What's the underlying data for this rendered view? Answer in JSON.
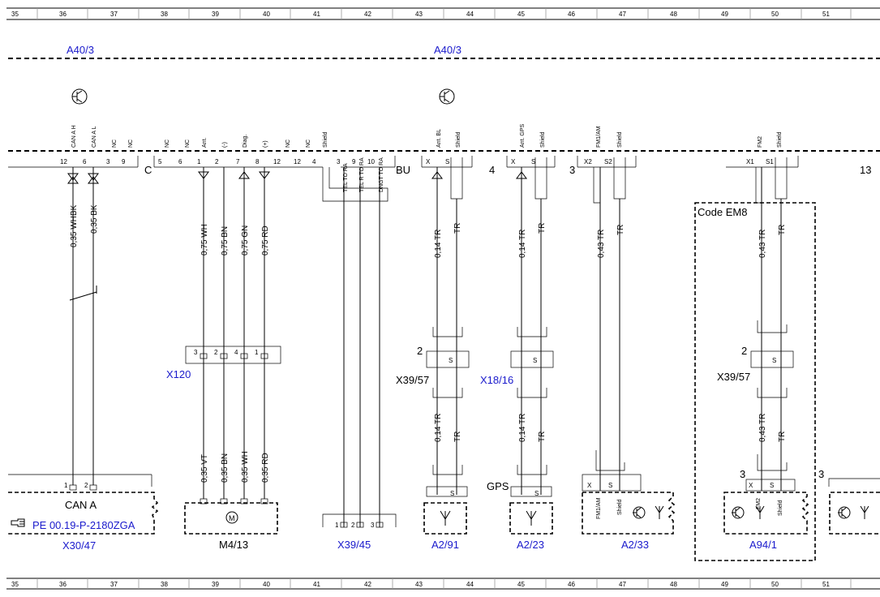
{
  "ruler": {
    "numbers": [
      "35",
      "36",
      "37",
      "38",
      "39",
      "40",
      "41",
      "42",
      "43",
      "44",
      "45",
      "46",
      "47",
      "48",
      "49",
      "50",
      "51"
    ]
  },
  "components": {
    "a40_3_left": "A40/3",
    "a40_3_right": "A40/3",
    "x30_47": "X30/47",
    "can_a": "CAN A",
    "pe_ref": "PE 00.19-P-2180ZGA",
    "x120": "X120",
    "m4_13": "M4/13",
    "x39_45": "X39/45",
    "x39_57_a": "X39/57",
    "x18_16": "X18/16",
    "x39_57_b": "X39/57",
    "a2_91": "A2/91",
    "a2_23": "A2/23",
    "a2_33": "A2/33",
    "a94_1": "A94/1",
    "code_em8": "Code EM8",
    "gps": "GPS"
  },
  "connector_letters": {
    "c": "C",
    "bu": "BU",
    "n4": "4",
    "n3": "3",
    "n13": "13",
    "n3b": "3",
    "n3c": "3",
    "n2a": "2",
    "n2b": "2"
  },
  "pins_top": [
    "12",
    "6",
    "3",
    "9",
    "5",
    "6",
    "1",
    "2",
    "7",
    "8",
    "12",
    "12",
    "4",
    "3",
    "9",
    "10",
    "X",
    "S",
    "X",
    "S",
    "X2",
    "S2",
    "X1",
    "S1"
  ],
  "signals_top": [
    "CAN A H",
    "CAN A L",
    "NC",
    "NC",
    "NC",
    "NC",
    "Ant.",
    "(-)",
    "Diag.",
    "(+)",
    "NC",
    "NC",
    "Shield",
    "TEL TO RA",
    "TEL R TO RA",
    "DNGT TO RA",
    "Ant. BL",
    "Shield",
    "Ant. GPS",
    "Shield",
    "FM1/AM",
    "Shield",
    "FM2",
    "Shield"
  ],
  "x120_pins": [
    "3",
    "2",
    "4",
    "1"
  ],
  "x30_pins": [
    "1",
    "2"
  ],
  "x39_45_pins": [
    "1",
    "2",
    "3"
  ],
  "wires": {
    "w1": "0,35 WHBK",
    "w2": "0,35 BK",
    "w3": "0,75 WH",
    "w4": "0,75 BN",
    "w5": "0,75 GN",
    "w6": "0,75 RD",
    "w7": "0,14 TR",
    "w8": "TR",
    "w9": "0,14 TR",
    "w10": "TR",
    "w11": "0,43 TR",
    "w12": "TR",
    "w13": "0,43 TR",
    "w14": "TR",
    "w15": "0,35 VT",
    "w16": "0,35 BN",
    "w17": "0,35 WH",
    "w18": "0,35 RD",
    "w19": "0,14 TR",
    "w20": "TR",
    "w21": "0,14 TR",
    "w22": "TR",
    "w23": "0,43 TR",
    "w24": "TR"
  },
  "bottom_pins": {
    "a2_91": [
      "S"
    ],
    "a2_23": [
      "S"
    ],
    "a2_33": [
      "X",
      "S"
    ],
    "a94_1": [
      "X",
      "S"
    ],
    "a2_33_sig": [
      "FM1/AM",
      "Shield"
    ],
    "a94_1_sig": [
      "FM2",
      "Shield"
    ]
  },
  "mid_pins": {
    "x39_57_a": "S",
    "x18_16": "S",
    "x39_57_b": "S"
  },
  "colors": {
    "label_blue": "#1a1acc",
    "line": "#000000"
  }
}
